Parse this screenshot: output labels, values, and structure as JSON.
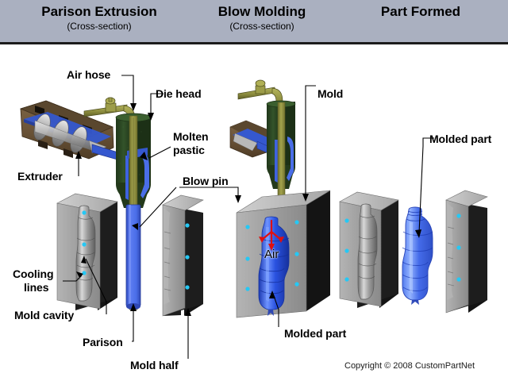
{
  "header": {
    "columns": [
      {
        "title": "Parison Extrusion",
        "subtitle": "(Cross-section)"
      },
      {
        "title": "Blow Molding",
        "subtitle": "(Cross-section)"
      },
      {
        "title": "Part Formed",
        "subtitle": ""
      }
    ],
    "background_color": "#aab0c0"
  },
  "labels": {
    "air_hose": "Air hose",
    "die_head": "Die head",
    "molten_plastic_line1": "Molten",
    "molten_plastic_line2": "pastic",
    "extruder": "Extruder",
    "blow_pin": "Blow pin",
    "cooling_line1": "Cooling",
    "cooling_line2": "lines",
    "mold_cavity": "Mold cavity",
    "parison": "Parison",
    "mold_half": "Mold half",
    "mold": "Mold",
    "molded_part_center": "Molded part",
    "molded_part_right": "Molded part",
    "air": "Air"
  },
  "colors": {
    "header_bg": "#aab0c0",
    "die_head_green": "#2d4a21",
    "blow_pin_olive": "#8d8d3f",
    "parison_blue": "#4a6ee8",
    "bottle_blue": "#2a52e0",
    "extruder_brown": "#6b5438",
    "screw_silver": "#c9c9c9",
    "mold_gray": "#9a9a9a",
    "mold_dark": "#1a1a1a",
    "cooling_dot_cyan": "#25c8f5",
    "air_arrow_red": "#e01010"
  },
  "footer": {
    "copyright": "Copyright © 2008 CustomPartNet"
  }
}
